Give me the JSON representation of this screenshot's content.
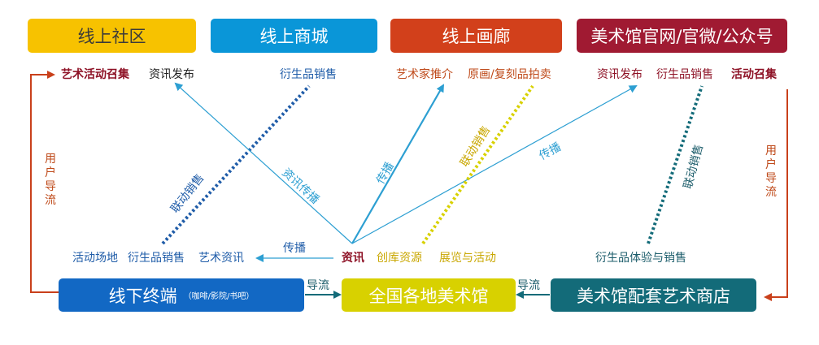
{
  "colors": {
    "yellow": "#f7c200",
    "blue": "#0a96d8",
    "orange_red": "#d2401b",
    "maroon": "#a01a32",
    "blue_dark": "#1268c4",
    "lime": "#d8d100",
    "teal": "#136b79",
    "arrow_blue": "#2d9fd2",
    "arrow_red": "#c9401b",
    "text_blue": "#1f5ca8",
    "text_orange": "#bf4a1a",
    "text_maroon": "#8e1226",
    "text_lime": "#c9a700",
    "text_teal": "#1c5d6b"
  },
  "top_boxes": {
    "community": "线上社区",
    "mall": "线上商城",
    "gallery": "线上画廊",
    "official": "美术馆官网/官微/公众号"
  },
  "top_labels": {
    "art_event_call": "艺术活动召集",
    "news_release_1": "资讯发布",
    "derivative_sales_1": "衍生品销售",
    "artist_recommend": "艺术家推介",
    "original_auction": "原画/复刻品拍卖",
    "news_release_2": "资讯发布",
    "derivative_sales_2": "衍生品销售",
    "event_call": "活动召集"
  },
  "diagonal_labels": {
    "linked_sales_1": "联动销售",
    "news_spread": "资讯传播",
    "spread_1": "传播",
    "linked_sales_2": "联动销售",
    "spread_2": "传播",
    "linked_sales_3": "联动销售"
  },
  "side_labels": {
    "user_diversion_left": "用户导流",
    "user_diversion_right": "用户导流"
  },
  "middle_labels": {
    "venue": "活动场地",
    "derivative_sales_3": "衍生品销售",
    "art_news": "艺术资讯",
    "spread_3": "传播",
    "news": "资讯",
    "creation_resources": "创库资源",
    "exhibitions_events": "展览与活动",
    "derivative_experience": "衍生品体验与销售"
  },
  "bottom_boxes": {
    "offline_terminal": "线下终端",
    "offline_terminal_note": "（咖啡/影院/书吧）",
    "national_museums": "全国各地美术馆",
    "museum_shop": "美术馆配套艺术商店"
  },
  "flow_labels": {
    "diversion_1": "导流",
    "diversion_2": "导流"
  }
}
